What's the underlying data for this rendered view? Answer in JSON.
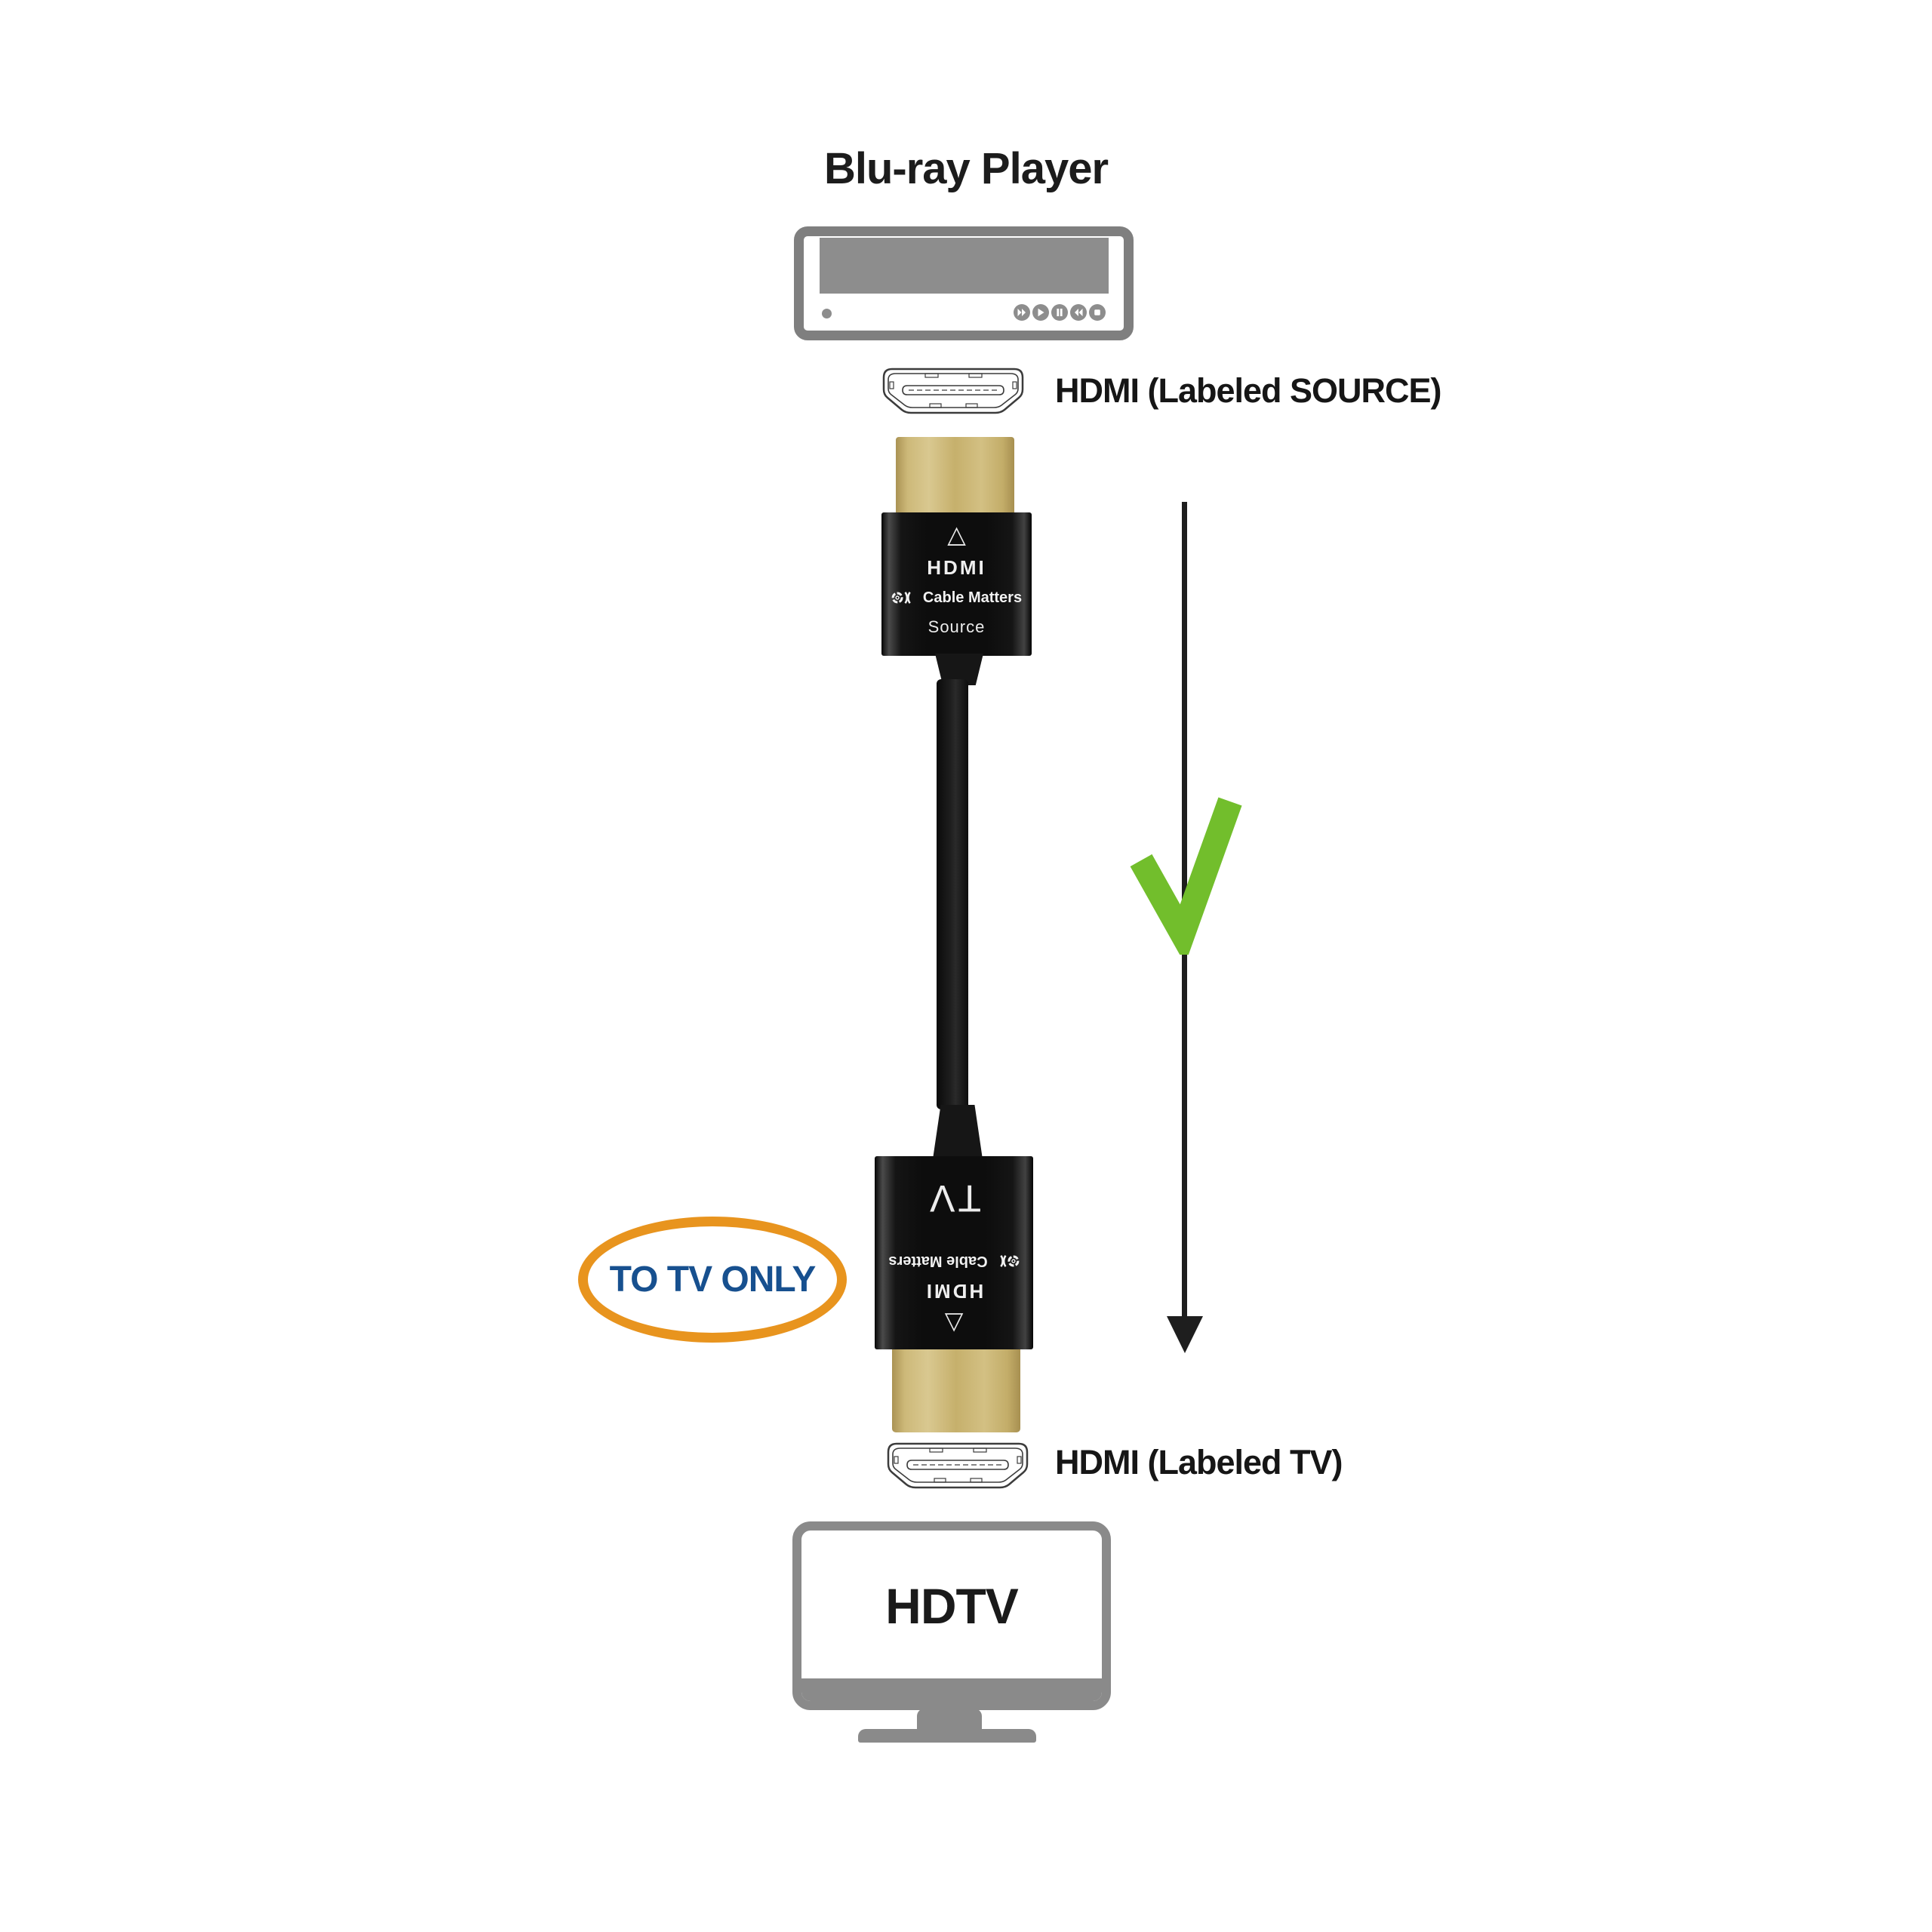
{
  "title": "Blu-ray Player",
  "ports": {
    "source_label": "HDMI (Labeled SOURCE)",
    "tv_label": "HDMI (Labeled TV)"
  },
  "callout": {
    "text": "TO TV ONLY"
  },
  "hdtv": {
    "label": "HDTV"
  },
  "connector_source": {
    "triangle": "△",
    "type": "HDMI",
    "brand": "Cable Matters",
    "end": "Source"
  },
  "connector_tv": {
    "triangle": "△",
    "type": "HDMI",
    "brand": "Cable Matters",
    "end": "TV"
  },
  "player_buttons": [
    "fast-forward",
    "play",
    "pause",
    "rewind",
    "stop"
  ],
  "colors": {
    "check_green": "#72BE2C",
    "callout_orange": "#E8941E",
    "callout_blue": "#17508F",
    "device_gray": "#8A8A8A",
    "connector_gold": "#C9B272",
    "connector_black": "#0D0D0D",
    "arrow_black": "#1E1E1E"
  }
}
